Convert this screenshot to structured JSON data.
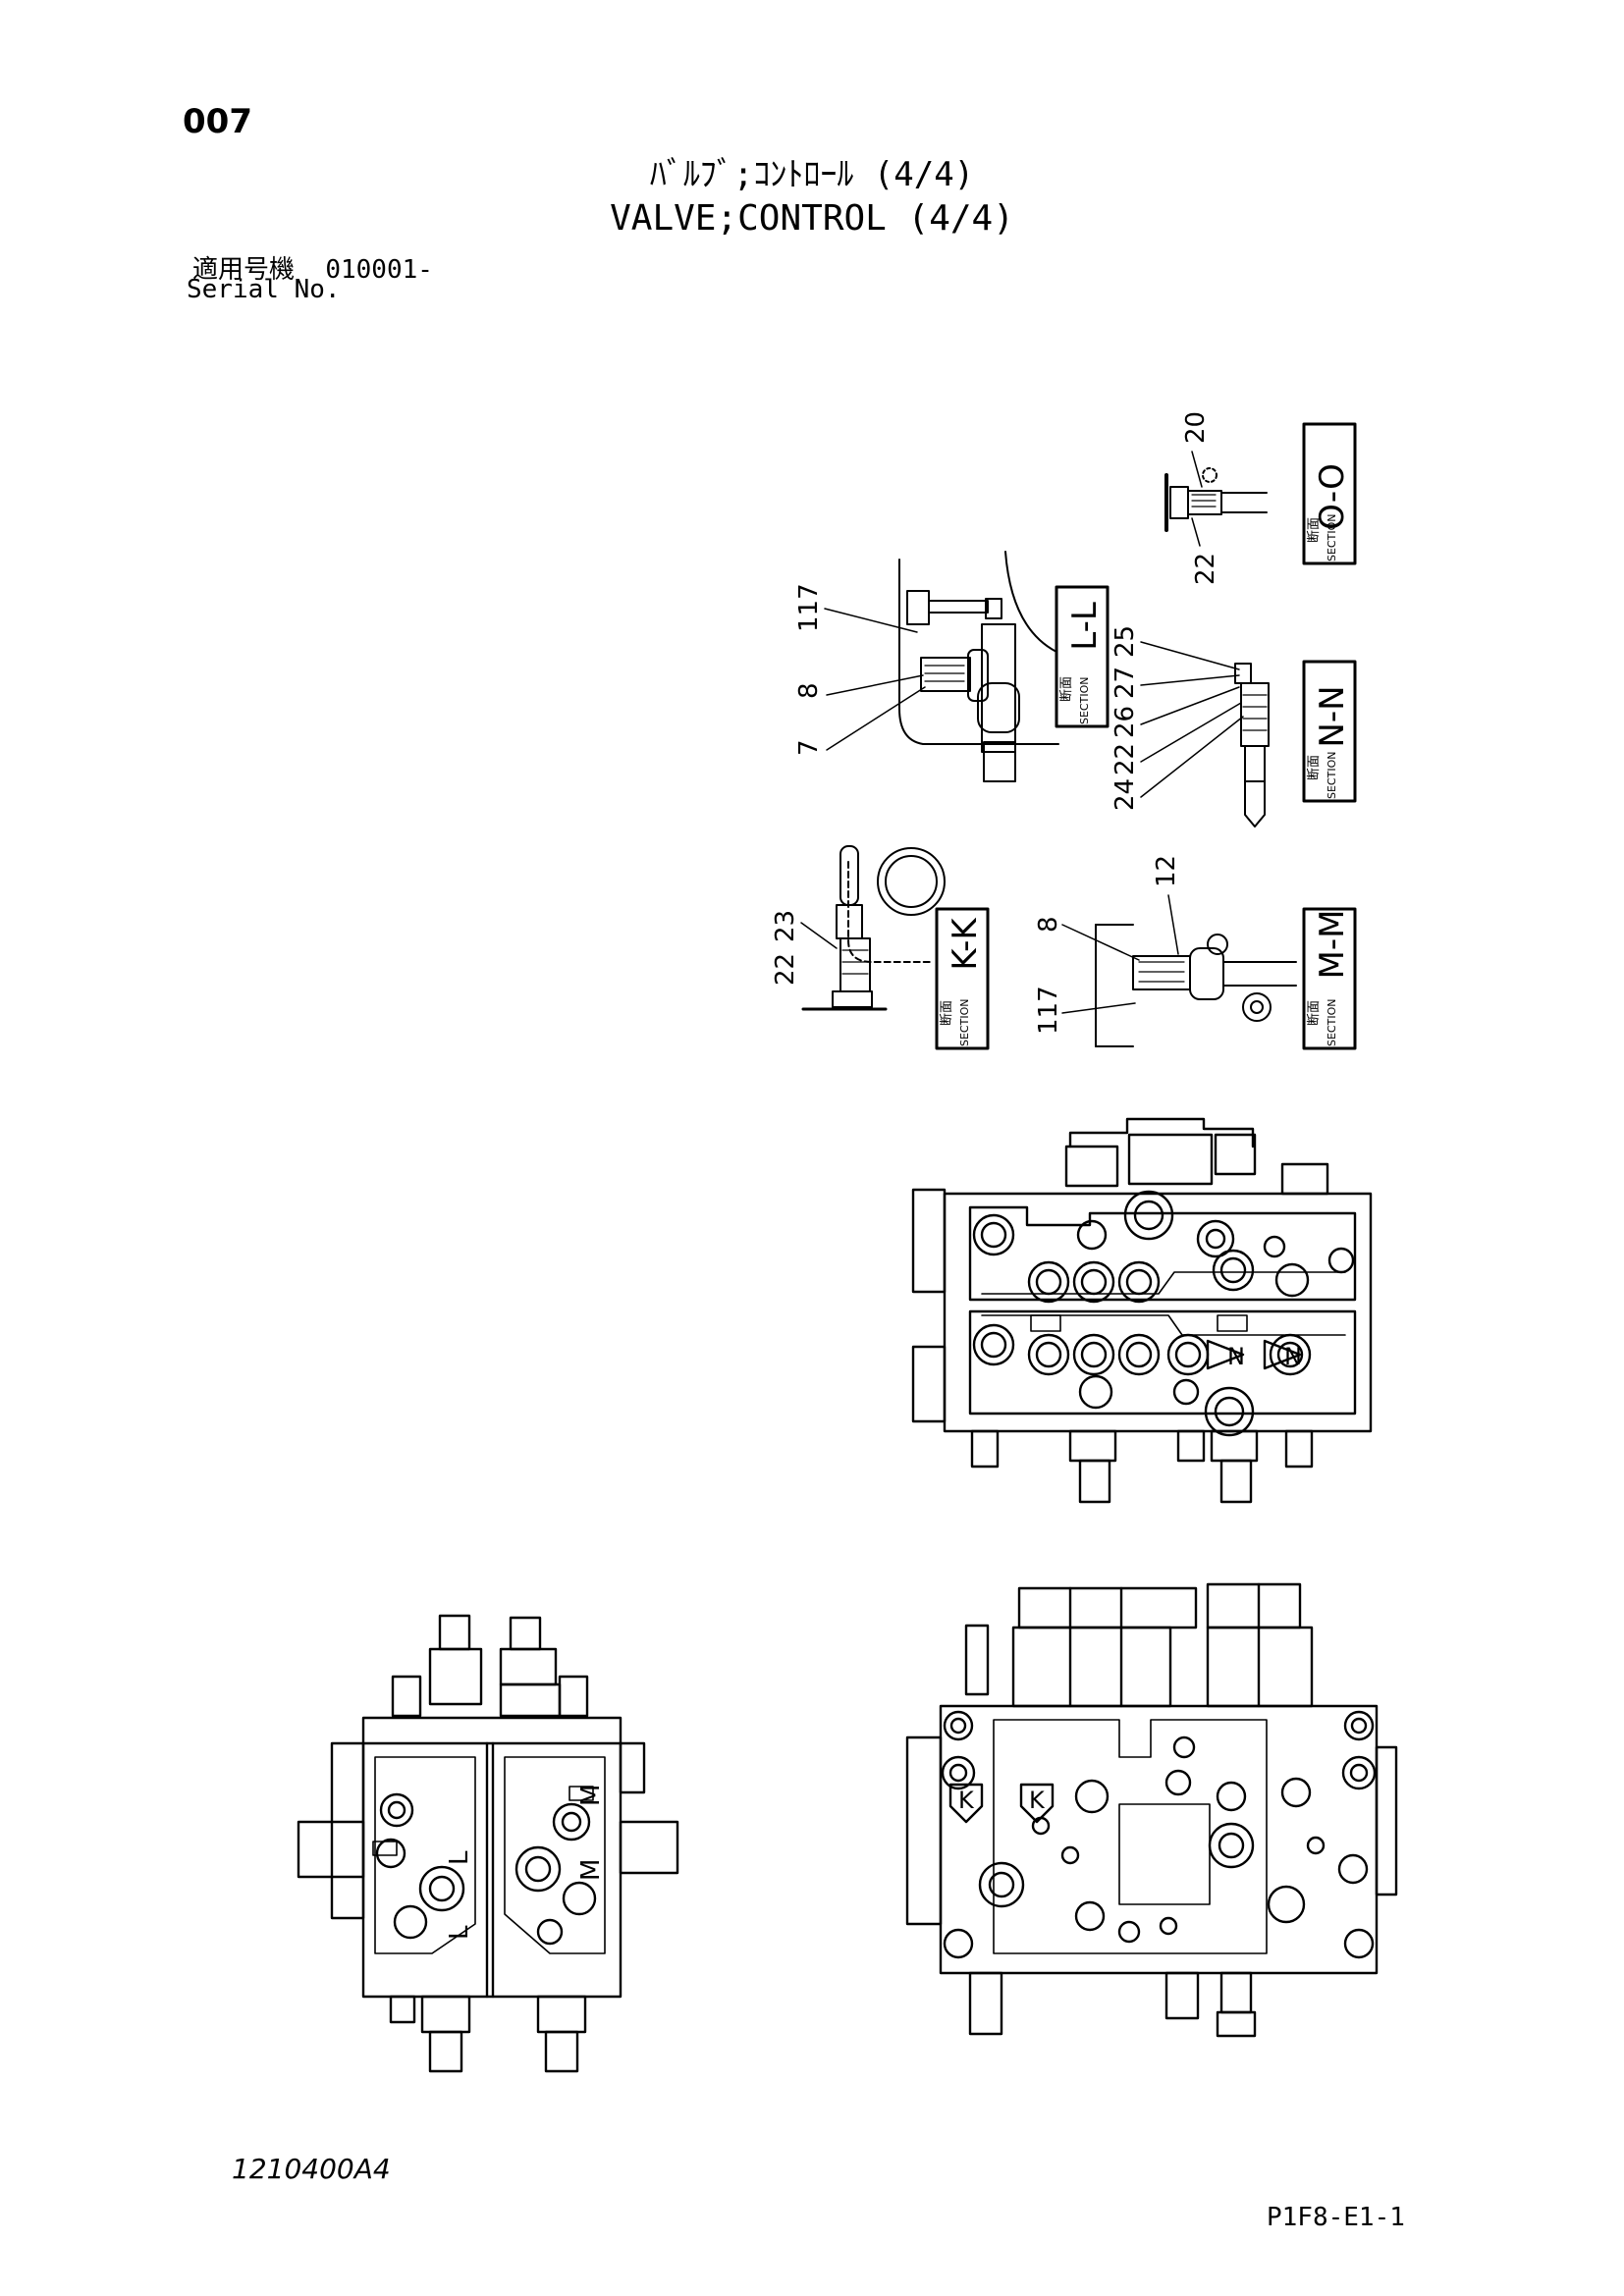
{
  "header": {
    "page_number": "007",
    "title_jp": "ﾊﾞﾙﾌﾞ;ｺﾝﾄﾛｰﾙ (4/4)",
    "title_en": "VALVE;CONTROL (4/4)",
    "serial_label_jp": "適用号機",
    "serial_value": "010001-",
    "serial_label_en": "Serial No."
  },
  "sections": [
    {
      "id": "O-O",
      "kanji": "断面",
      "word": "SECTION",
      "part_numbers": [
        "20",
        "22"
      ]
    },
    {
      "id": "L-L",
      "kanji": "断面",
      "word": "SECTION",
      "part_numbers": [
        "117",
        "8",
        "7"
      ]
    },
    {
      "id": "N-N",
      "kanji": "断面",
      "word": "SECTION",
      "part_numbers": [
        "25",
        "27",
        "26",
        "22",
        "24"
      ]
    },
    {
      "id": "K-K",
      "kanji": "断面",
      "word": "SECTION",
      "part_numbers": [
        "23",
        "22"
      ]
    },
    {
      "id": "M-M",
      "kanji": "断面",
      "word": "SECTION",
      "part_numbers": [
        "12",
        "8",
        "117"
      ]
    }
  ],
  "view_markers": {
    "top_view": [
      "N",
      "N"
    ],
    "side_view": [
      "M",
      "L",
      "M",
      "L"
    ],
    "bottom_view": [
      "K",
      "K"
    ]
  },
  "footer": {
    "drawing_number": "1210400A4",
    "sheet_code": "P1F8-E1-1"
  }
}
